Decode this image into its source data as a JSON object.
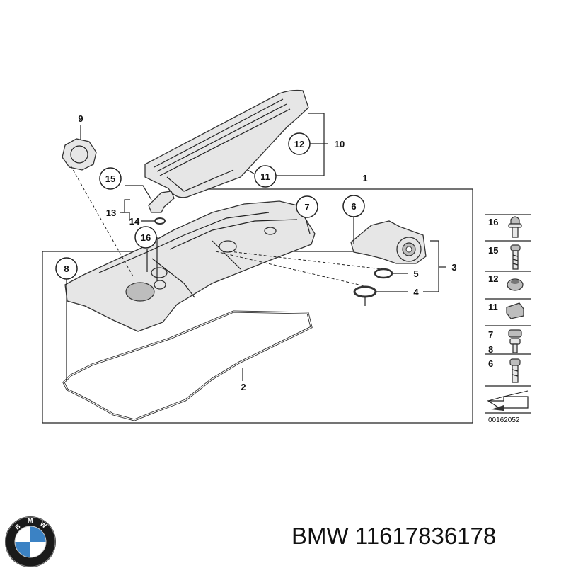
{
  "callouts": {
    "c1": "1",
    "c2": "2",
    "c3": "3",
    "c4": "4",
    "c5": "5",
    "c6": "6",
    "c7": "7",
    "c8": "8",
    "c9": "9",
    "c10": "10",
    "c11": "11",
    "c12": "12",
    "c13": "13",
    "c14": "14",
    "c15": "15",
    "c16": "16"
  },
  "legend": [
    "16",
    "15",
    "12",
    "11",
    "7",
    "8",
    "6"
  ],
  "diagram_code": "00162052",
  "brand": "BMW",
  "part_number": "11617836178",
  "logo": {
    "icon": "bmw-roundel-icon",
    "letters": [
      "B",
      "M",
      "W"
    ]
  },
  "colors": {
    "logo_blue": "#3b82c4",
    "logo_ring": "#1a1a1a",
    "line": "#222222"
  }
}
